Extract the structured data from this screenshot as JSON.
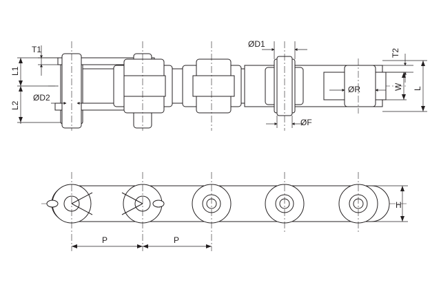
{
  "labels": {
    "T1": "T1",
    "T2": "T2",
    "L1": "L1",
    "L2": "L2",
    "D1": "ØD1",
    "D2": "ØD2",
    "R": "ØR",
    "W": "W",
    "L": "L",
    "F": "ØF",
    "H": "H",
    "P1": "P",
    "P2": "P"
  }
}
